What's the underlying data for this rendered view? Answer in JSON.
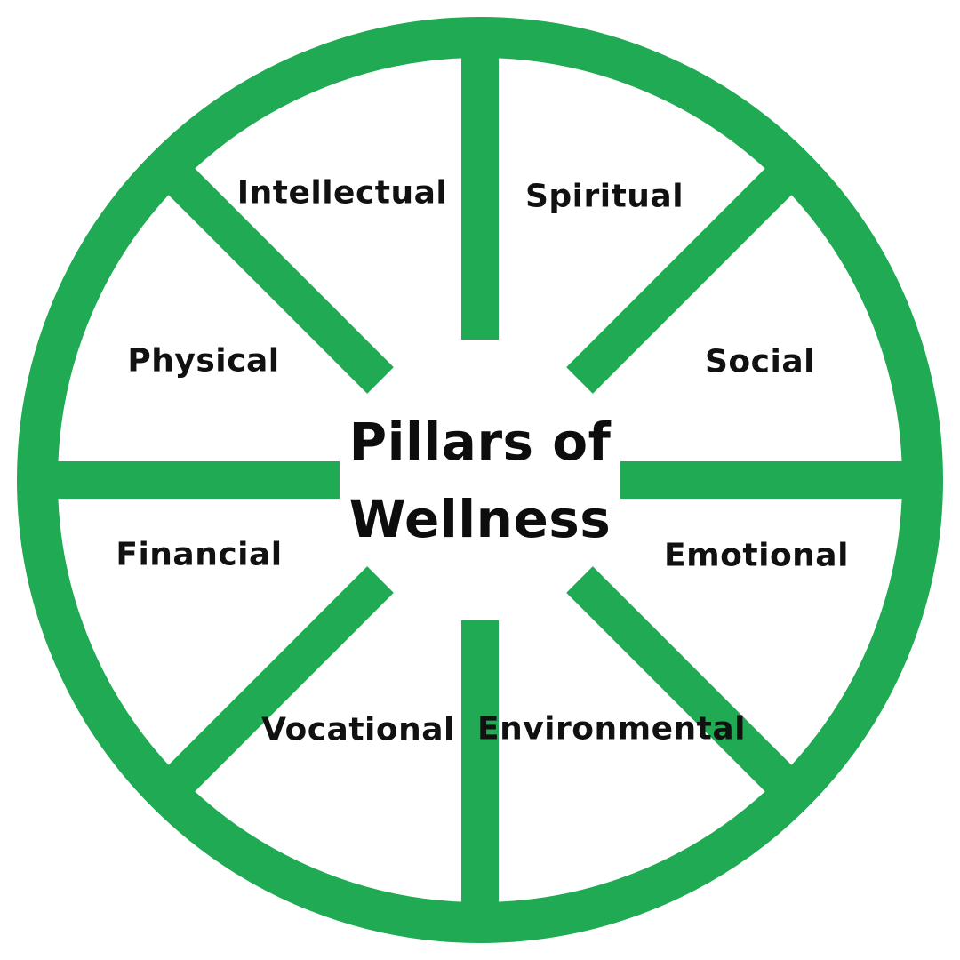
{
  "title": {
    "line1": "Pillars of",
    "line2": "Wellness"
  },
  "wheel": {
    "color": "#1faa53",
    "labels": {
      "intellectual": "Intellectual",
      "spiritual": "Spiritual",
      "social": "Social",
      "emotional": "Emotional",
      "environmental": "Environmental",
      "vocational": "Vocational",
      "financial": "Financial",
      "physical": "Physical"
    }
  }
}
